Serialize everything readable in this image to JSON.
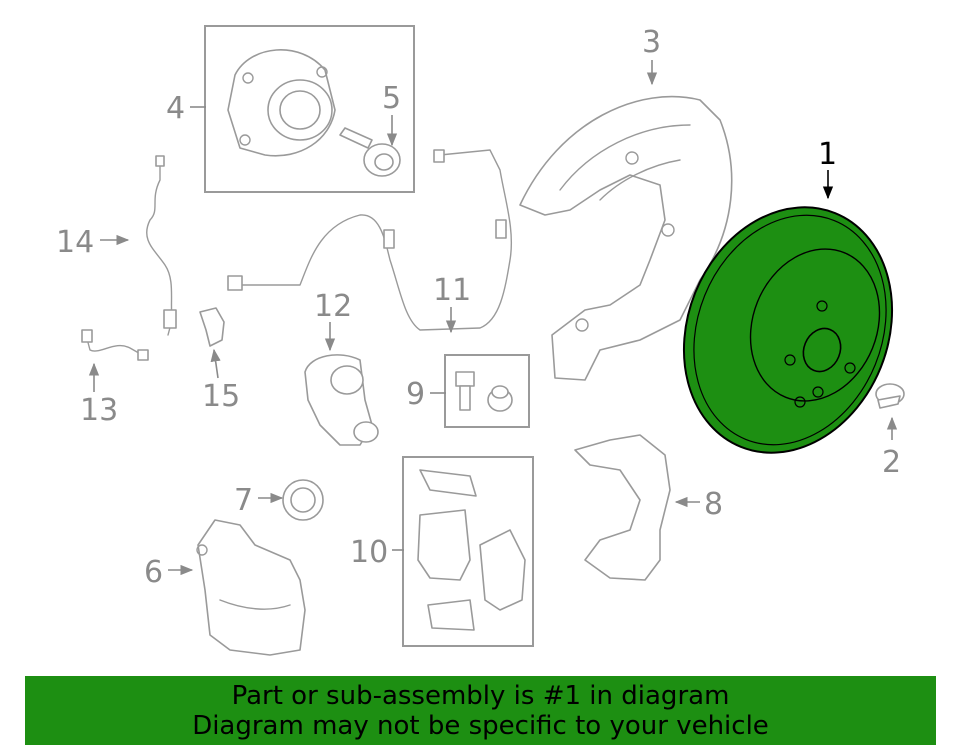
{
  "callouts": {
    "n1": "1",
    "n2": "2",
    "n3": "3",
    "n4": "4",
    "n5": "5",
    "n6": "6",
    "n7": "7",
    "n8": "8",
    "n9": "9",
    "n10": "10",
    "n11": "11",
    "n12": "12",
    "n13": "13",
    "n14": "14",
    "n15": "15"
  },
  "colors": {
    "highlight_part": "#1d8f12",
    "banner_background": "#1d8f12",
    "line_art": "#9a9a9a"
  },
  "banner": {
    "line1": "Part or sub-assembly is #1 in diagram",
    "line2": "Diagram may not be specific to your vehicle"
  }
}
